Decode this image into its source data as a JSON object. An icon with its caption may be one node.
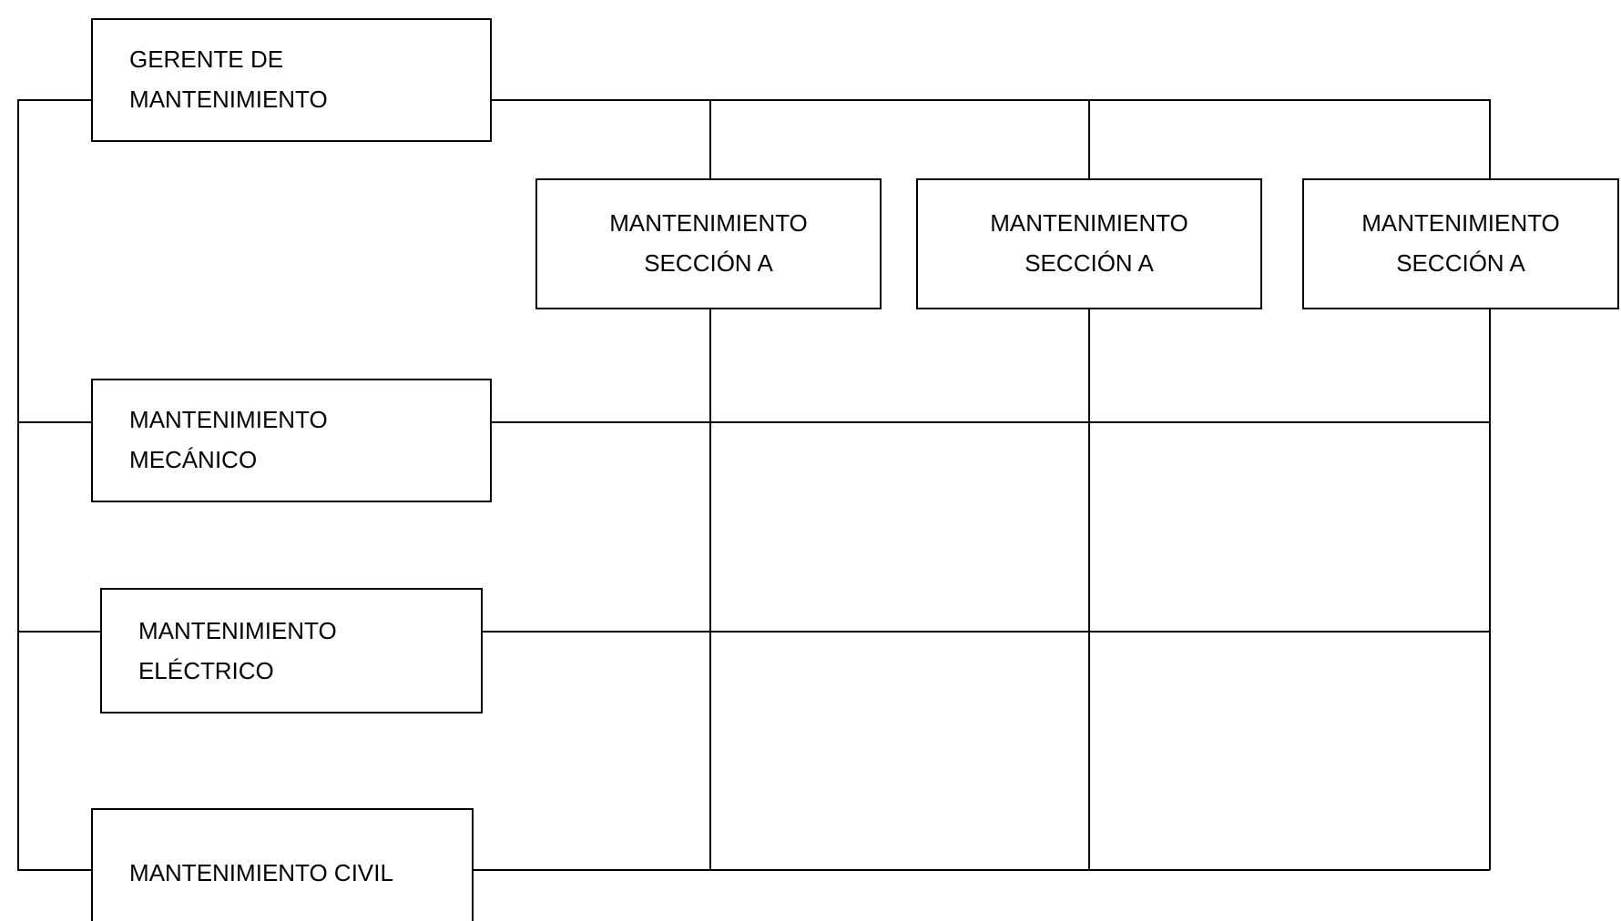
{
  "diagram": {
    "nodes": [
      {
        "text": [
          "GERENTE DE MANTENIMIENTO"
        ]
      },
      {
        "text": [
          "MANTENIMIENTO SECCIÓN A"
        ]
      },
      {
        "text": [
          "MANTENIMIENTO SECCIÓN A"
        ]
      },
      {
        "text": [
          "MANTENIMIENTO SECCIÓN A"
        ]
      },
      {
        "text": [
          "MANTENIMIENTO MECÁNICO"
        ]
      },
      {
        "text": [
          "MANTENIMIENTO ELÉCTRICO"
        ]
      },
      {
        "text": [
          "MANTENIMIENTO CIVIL"
        ]
      }
    ],
    "edges": [
      {
        "from": 0,
        "to": 1,
        "arrow": "none"
      },
      {
        "from": 0,
        "to": 2,
        "arrow": "none"
      },
      {
        "from": 0,
        "to": 3,
        "arrow": "none"
      },
      {
        "from": 0,
        "to": 4,
        "arrow": "none"
      },
      {
        "from": 0,
        "to": 5,
        "arrow": "none"
      },
      {
        "from": 0,
        "to": 6,
        "arrow": "none"
      }
    ]
  }
}
